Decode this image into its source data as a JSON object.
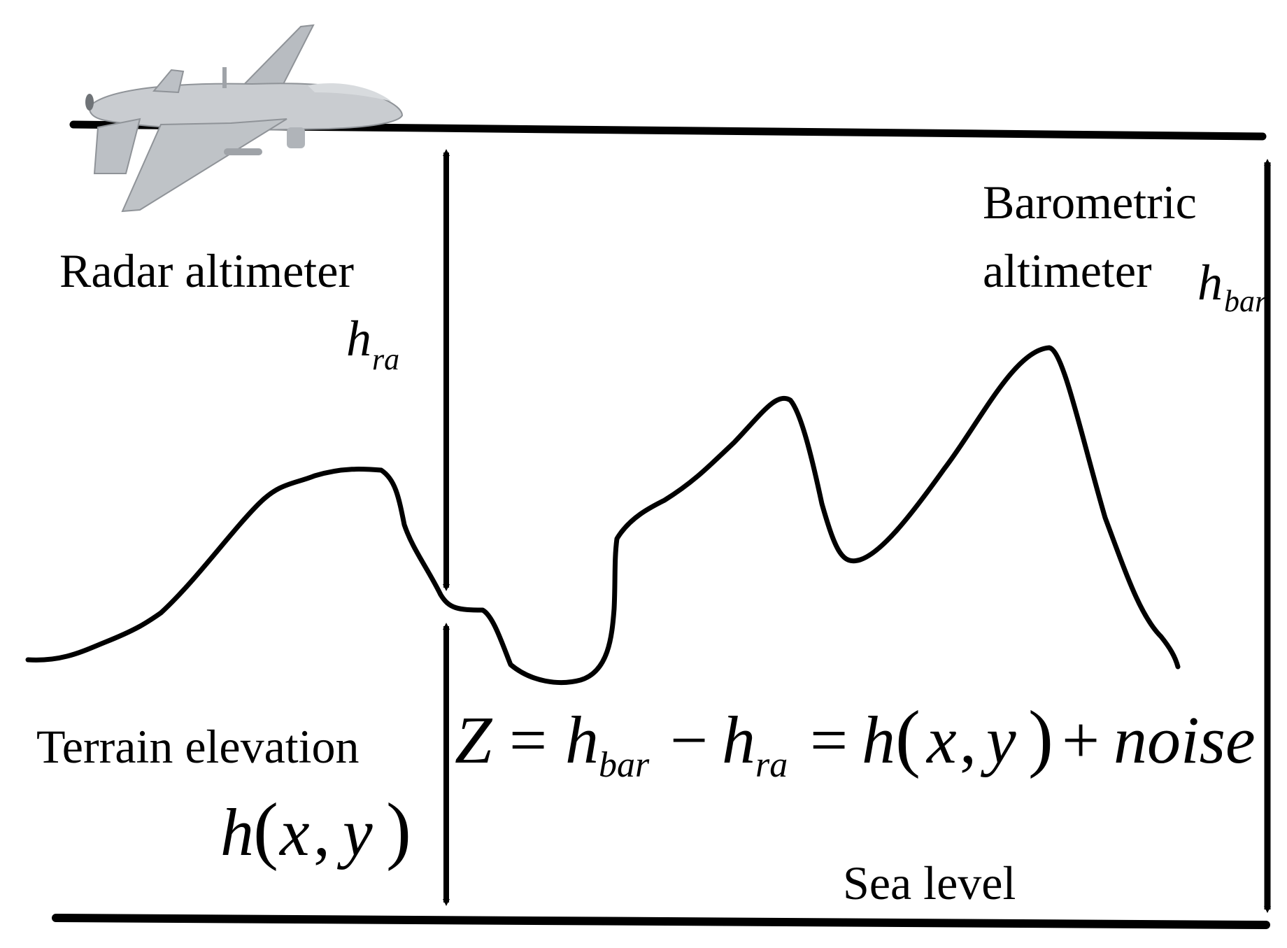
{
  "labels": {
    "radar_altimeter": "Radar altimeter",
    "barometric_line1": "Barometric",
    "barometric_line2": "altimeter",
    "terrain_elevation": "Terrain elevation",
    "sea_level": "Sea level"
  },
  "symbols": {
    "h": "h",
    "sub_ra": "ra",
    "sub_bar": "bar",
    "x": "x",
    "y": "y",
    "Z": "Z",
    "noise": "noise",
    "lparen": "(",
    "rparen": ")",
    "comma": ",",
    "equals": "=",
    "minus": "−",
    "plus": "+"
  },
  "colors": {
    "ink": "#000000",
    "aircraft": "#c9ccd0",
    "aircraft_shade": "#9fa3a8"
  },
  "icons": [
    "uav-aircraft-icon"
  ]
}
